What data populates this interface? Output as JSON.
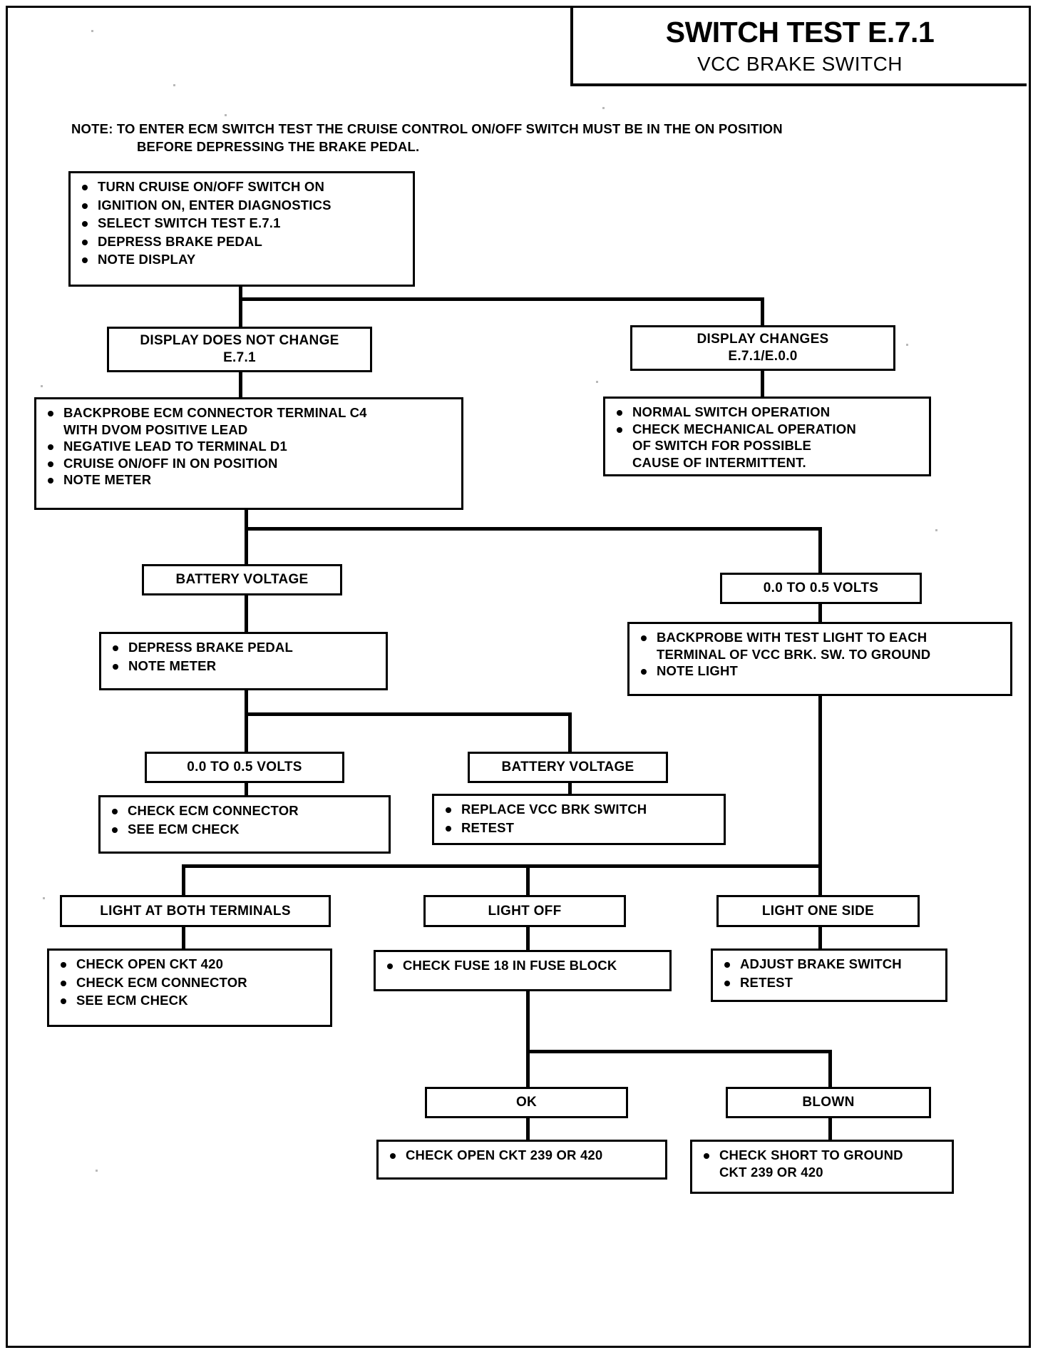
{
  "header": {
    "title": "SWITCH TEST E.7.1",
    "subtitle": "VCC BRAKE SWITCH"
  },
  "note": {
    "line1": "NOTE: TO ENTER ECM SWITCH TEST THE CRUISE CONTROL ON/OFF SWITCH MUST BE IN THE ON POSITION",
    "line2": "BEFORE DEPRESSING THE BRAKE PEDAL."
  },
  "nodes": {
    "start": {
      "items": [
        "TURN CRUISE ON/OFF SWITCH ON",
        "IGNITION ON, ENTER DIAGNOSTICS",
        "SELECT SWITCH TEST E.7.1",
        "DEPRESS BRAKE PEDAL",
        "NOTE DISPLAY"
      ]
    },
    "display_no_change": {
      "line1": "DISPLAY DOES NOT CHANGE",
      "line2": "E.7.1"
    },
    "display_changes": {
      "line1": "DISPLAY CHANGES",
      "line2": "E.7.1/E.0.0"
    },
    "backprobe_ecm": {
      "items": [
        "BACKPROBE ECM CONNECTOR TERMINAL C4",
        "NEGATIVE LEAD  TO TERMINAL D1",
        "CRUISE ON/OFF IN ON POSITION",
        "NOTE METER"
      ],
      "item1_cont": "WITH DVOM POSITIVE LEAD"
    },
    "normal_switch": {
      "items": [
        "NORMAL SWITCH OPERATION",
        "CHECK MECHANICAL OPERATION"
      ],
      "item2_cont1": "OF SWITCH  FOR POSSIBLE",
      "item2_cont2": "CAUSE OF INTERMITTENT."
    },
    "battery_voltage_1": {
      "label": "BATTERY VOLTAGE"
    },
    "volts_0_0_5_right": {
      "label": "0.0 TO 0.5 VOLTS"
    },
    "depress_note": {
      "items": [
        "DEPRESS BRAKE PEDAL",
        "NOTE METER"
      ]
    },
    "backprobe_test_light": {
      "items": [
        "BACKPROBE WITH TEST LIGHT TO EACH",
        "NOTE LIGHT"
      ],
      "item1_cont": "TERMINAL OF VCC BRK. SW. TO GROUND"
    },
    "volts_0_0_5_left": {
      "label": "0.0 TO 0.5 VOLTS"
    },
    "battery_voltage_2": {
      "label": "BATTERY VOLTAGE"
    },
    "check_ecm": {
      "items": [
        "CHECK ECM CONNECTOR",
        "SEE ECM CHECK"
      ]
    },
    "replace_switch": {
      "items": [
        "REPLACE VCC BRK SWITCH",
        "RETEST"
      ]
    },
    "light_both": {
      "label": "LIGHT AT BOTH TERMINALS"
    },
    "light_off": {
      "label": "LIGHT OFF"
    },
    "light_one_side": {
      "label": "LIGHT ONE SIDE"
    },
    "check_open_420": {
      "items": [
        "CHECK OPEN CKT 420",
        "CHECK ECM CONNECTOR",
        "SEE ECM CHECK"
      ]
    },
    "check_fuse": {
      "items": [
        "CHECK FUSE 18 IN FUSE BLOCK"
      ]
    },
    "adjust_brake": {
      "items": [
        "ADJUST BRAKE SWITCH",
        "RETEST"
      ]
    },
    "ok": {
      "label": "OK"
    },
    "blown": {
      "label": "BLOWN"
    },
    "check_open_239": {
      "items": [
        "CHECK OPEN CKT 239 OR 420"
      ]
    },
    "check_short": {
      "items": [
        "CHECK SHORT TO GROUND"
      ],
      "item1_cont": "CKT 239 OR 420"
    }
  }
}
